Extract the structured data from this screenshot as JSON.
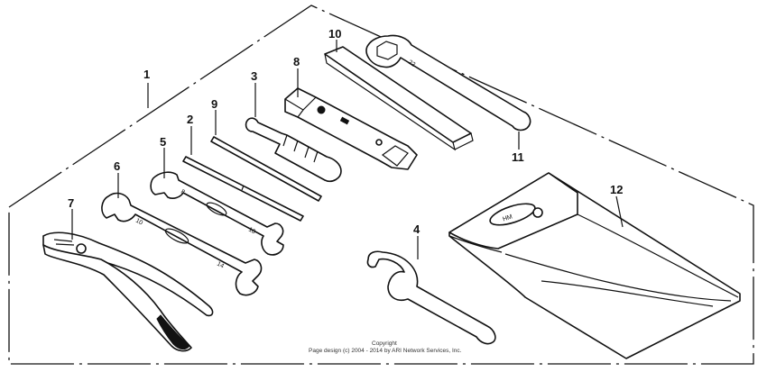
{
  "diagram": {
    "callouts": [
      {
        "id": "1",
        "label": "1"
      },
      {
        "id": "2",
        "label": "2"
      },
      {
        "id": "3",
        "label": "3"
      },
      {
        "id": "4",
        "label": "4"
      },
      {
        "id": "5",
        "label": "5"
      },
      {
        "id": "6",
        "label": "6"
      },
      {
        "id": "7",
        "label": "7"
      },
      {
        "id": "8",
        "label": "8"
      },
      {
        "id": "9",
        "label": "9"
      },
      {
        "id": "10",
        "label": "10"
      },
      {
        "id": "11",
        "label": "11"
      },
      {
        "id": "12",
        "label": "12"
      }
    ],
    "wrench_stamps": {
      "ring_wrench": "22",
      "open_wrench_5_a": "8",
      "open_wrench_5_b": "10",
      "open_wrench_6_a": "10",
      "open_wrench_6_b": "12",
      "open_wrench_6_c": "14"
    },
    "pouch_logo": "HM",
    "copyright": {
      "line1": "Copyright",
      "line2": "Page design (c) 2004 - 2014 by ARI Network Services, Inc."
    }
  }
}
